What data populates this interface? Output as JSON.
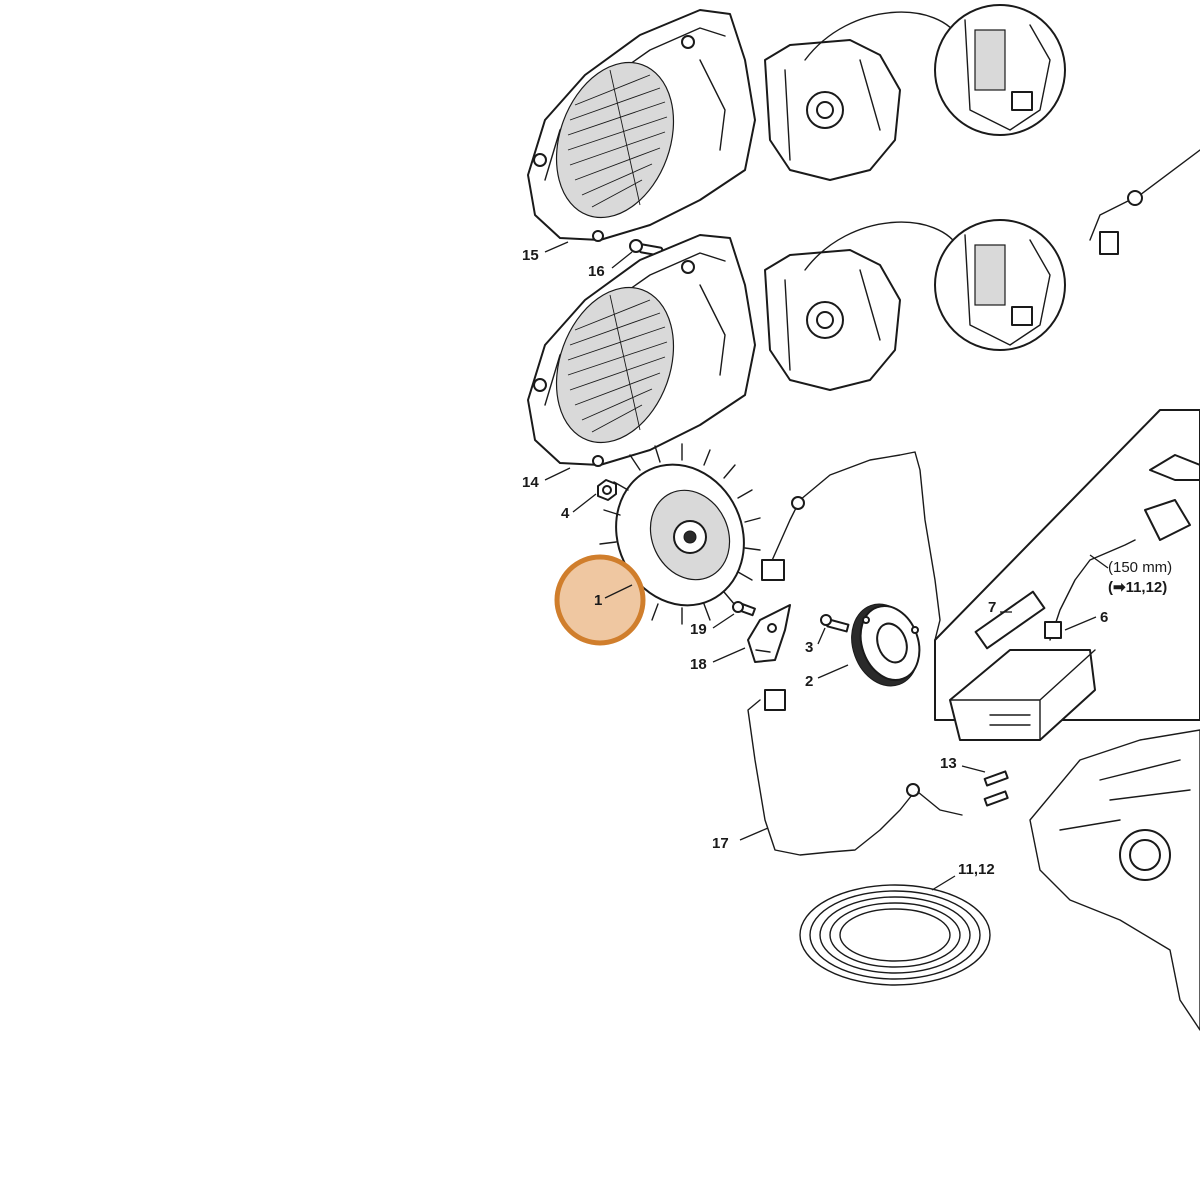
{
  "labels": {
    "p1": "1",
    "p2": "2",
    "p3": "3",
    "p4": "4",
    "p6": "6",
    "p7": "7",
    "p11_12": "11,12",
    "p13": "13",
    "p14": "14",
    "p15": "15",
    "p16": "16",
    "p17": "17",
    "p18": "18",
    "p19": "19",
    "dim_150": "(150 mm)",
    "ref_arrow": "(➡11,12)"
  },
  "highlighted_part": "1",
  "colors": {
    "highlight_fill": "#efc7a1",
    "highlight_stroke": "#d07e2c",
    "line": "#1a1a1a"
  }
}
